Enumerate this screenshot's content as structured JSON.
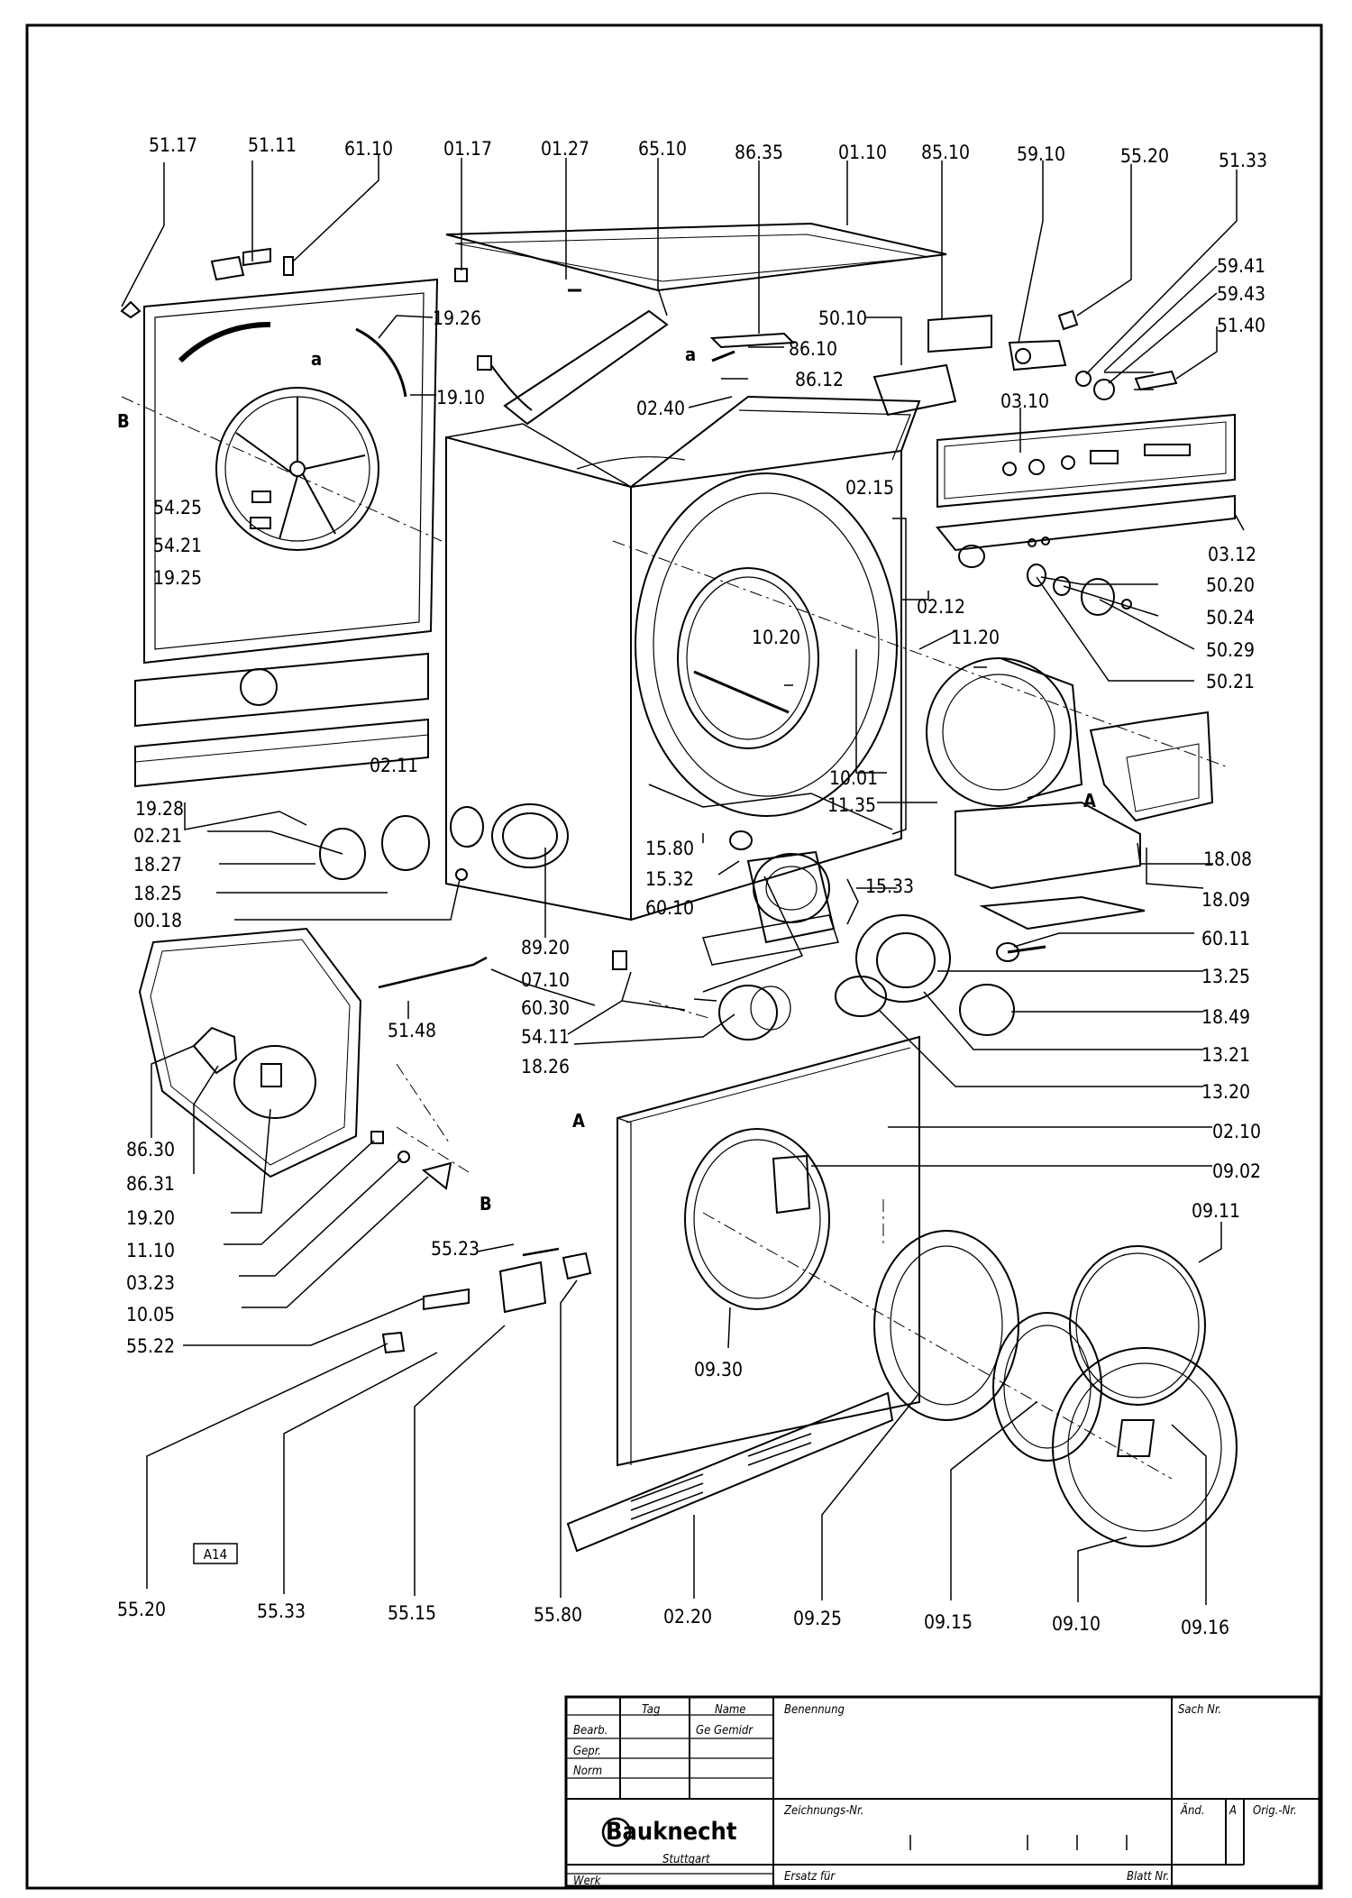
{
  "part_labels": {
    "p5117": "51.17",
    "p5111": "51.11",
    "p6110": "61.10",
    "p0117": "01.17",
    "p0127": "01.27",
    "p6510": "65.10",
    "p8635": "86.35",
    "p0110": "01.10",
    "p8510": "85.10",
    "p5910": "59.10",
    "p5520": "55.20",
    "p5133": "51.33",
    "p5941": "59.41",
    "p5943": "59.43",
    "p5140": "51.40",
    "p5010": "50.10",
    "p8610": "86.10",
    "p8612": "86.12",
    "p1926": "19.26",
    "p1910": "19.10",
    "p0240": "02.40",
    "p0310": "03.10",
    "p0215": "02.15",
    "p5425": "54.25",
    "p5421": "54.21",
    "p1925": "19.25",
    "p0312": "03.12",
    "p5020": "50.20",
    "p5024": "50.24",
    "p0212": "02.12",
    "p1020": "10.20",
    "p5029": "50.29",
    "p1120": "11.20",
    "p5021": "50.21",
    "p0211": "02.11",
    "p1001": "10.01",
    "p1135": "11.35",
    "p1928": "19.28",
    "p0221": "02.21",
    "p1580": "15.80",
    "p1827": "18.27",
    "p1532": "15.32",
    "p1533": "15.33",
    "p1808": "18.08",
    "p1825": "18.25",
    "p6010": "60.10",
    "p1809": "18.09",
    "p0018": "00.18",
    "p8920": "89.20",
    "p6011": "60.11",
    "p0710": "07.10",
    "p1325": "13.25",
    "p6030": "60.30",
    "p1849": "18.49",
    "p5148": "51.48",
    "p5411": "54.11",
    "p1321": "13.21",
    "p1826": "18.26",
    "p1320": "13.20",
    "p0210": "02.10",
    "p8630": "86.30",
    "p0902": "09.02",
    "p8631": "86.31",
    "p0911": "09.11",
    "p1920": "19.20",
    "p1110": "11.10",
    "p5523": "55.23",
    "p0323": "03.23",
    "p1005": "10.05",
    "p5522": "55.22",
    "p0930": "09.30",
    "p5520b": "55.20",
    "p5533": "55.33",
    "p5515": "55.15",
    "p5580": "55.80",
    "p0220": "02.20",
    "p0925": "09.25",
    "p0915": "09.15",
    "p0910": "09.10",
    "p0916": "09.16"
  },
  "letters": {
    "a1": "a",
    "a2": "a",
    "B1": "B",
    "A1": "A",
    "A2": "A",
    "B2": "B"
  },
  "sheet_id": "A14",
  "title_block": {
    "tag": "Tag",
    "name": "Name",
    "benennung": "Benennung",
    "sach_nr": "Sach Nr.",
    "bearb": "Bearb.",
    "gepr": "Gepr.",
    "norm": "Norm",
    "bearb_name": "Ge Gemidr",
    "zeichnungs_nr": "Zeichnungs-Nr.",
    "aend": "Änd.",
    "aend_letter": "A",
    "orig_nr": "Orig.-Nr.",
    "company": "Bauknecht",
    "city": "Stuttgart",
    "werk": "Werk",
    "ersatz_fuer": "Ersatz für",
    "blatt_nr": "Blatt Nr."
  }
}
